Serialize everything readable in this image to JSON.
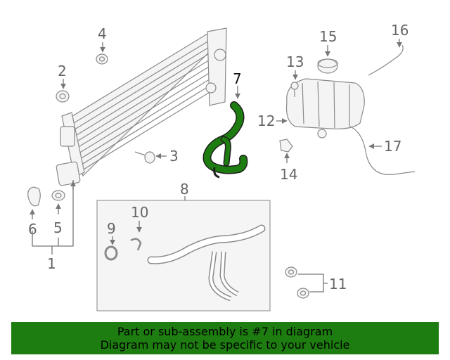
{
  "highlight_color": "#1e7d10",
  "callouts": {
    "c1": "1",
    "c2": "2",
    "c3": "3",
    "c4": "4",
    "c5": "5",
    "c6": "6",
    "c7": "7",
    "c8": "8",
    "c9": "9",
    "c10": "10",
    "c11": "11",
    "c12": "12",
    "c13": "13",
    "c14": "14",
    "c15": "15",
    "c16": "16",
    "c17": "17"
  },
  "banner": {
    "line1": "Part or sub-assembly is #7 in diagram",
    "line2": "Diagram may not be specific to your vehicle"
  }
}
